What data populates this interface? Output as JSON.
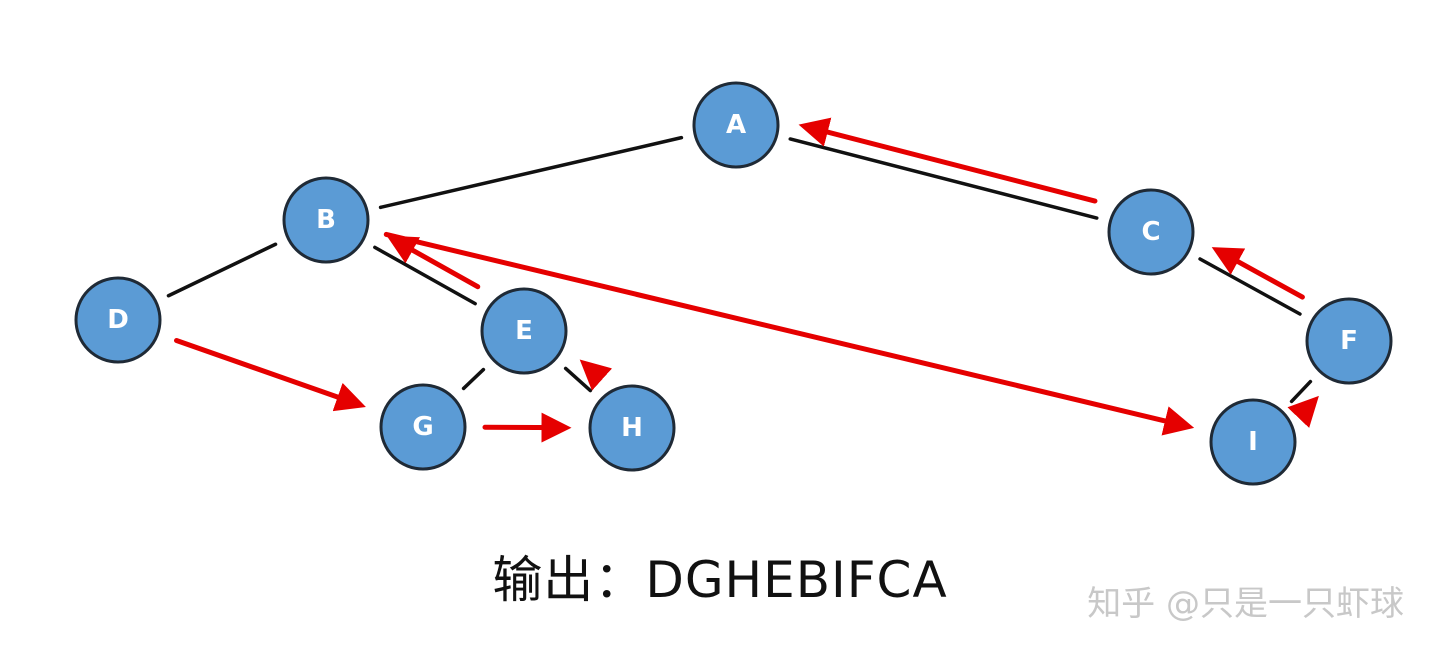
{
  "diagram": {
    "nodes": [
      "A",
      "B",
      "C",
      "D",
      "E",
      "F",
      "G",
      "H",
      "I"
    ],
    "edges": [
      [
        "A",
        "B"
      ],
      [
        "A",
        "C"
      ],
      [
        "B",
        "D"
      ],
      [
        "B",
        "E"
      ],
      [
        "E",
        "G"
      ],
      [
        "E",
        "H"
      ],
      [
        "C",
        "F"
      ],
      [
        "F",
        "I"
      ]
    ],
    "traversal_arrows": [
      [
        "D",
        "G"
      ],
      [
        "G",
        "H"
      ],
      [
        "H",
        "E"
      ],
      [
        "E",
        "B"
      ],
      [
        "B",
        "I"
      ],
      [
        "I",
        "F"
      ],
      [
        "F",
        "C"
      ],
      [
        "C",
        "A"
      ]
    ],
    "colors": {
      "node_fill": "#5b9bd5",
      "node_stroke": "#1f2a36",
      "edge": "#111111",
      "arrow": "#e50000"
    }
  },
  "caption": {
    "label": "输出：",
    "value": "DGHEBIFCA"
  },
  "watermark": "知乎 @只是一只虾球"
}
